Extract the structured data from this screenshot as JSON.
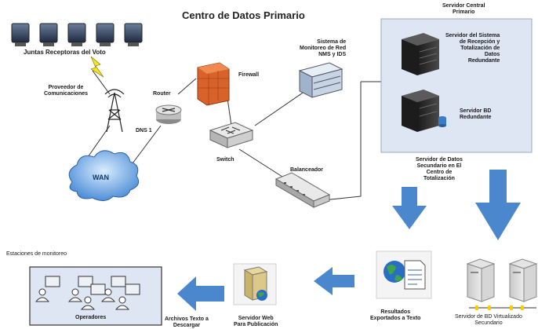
{
  "title": "Centro de Datos Primario",
  "labels": {
    "juntas": "Juntas Receptoras del Voto",
    "proveedor": "Proveedor de\nComunicaciones",
    "router": "Router",
    "dns": "DNS 1",
    "firewall": "Firewall",
    "wan": "WAN",
    "switch": "Switch",
    "nms": "Sistema de\nMonitoreo de Red\nNMS y IDS",
    "balanceador": "Balanceador",
    "central_title": "Servidor Central\nPrimario",
    "central_srv1": "Servidor del Sistema\nde Recepción y\nTotalización de\nDatos\nRedundante",
    "central_srv2": "Servidor BD\nRedundante",
    "secundario": "Servidor de Datos\nSecundario en El\nCentro de\nTotalización",
    "estaciones": "Estaciones de monitoreo",
    "operadores": "Operadores",
    "archivos": "Archivos Texto a\nDescargar",
    "web": "Servidor Web\nPara Publicación",
    "resultados": "Resultados\nExportados a Texto",
    "bd_virtual": "Servidor de BD Virtualizado\nSecundario"
  },
  "colors": {
    "panel": "#dde6f2",
    "arrow": "#4a87cc",
    "line": "#333333",
    "firewall": "#d9622b"
  }
}
